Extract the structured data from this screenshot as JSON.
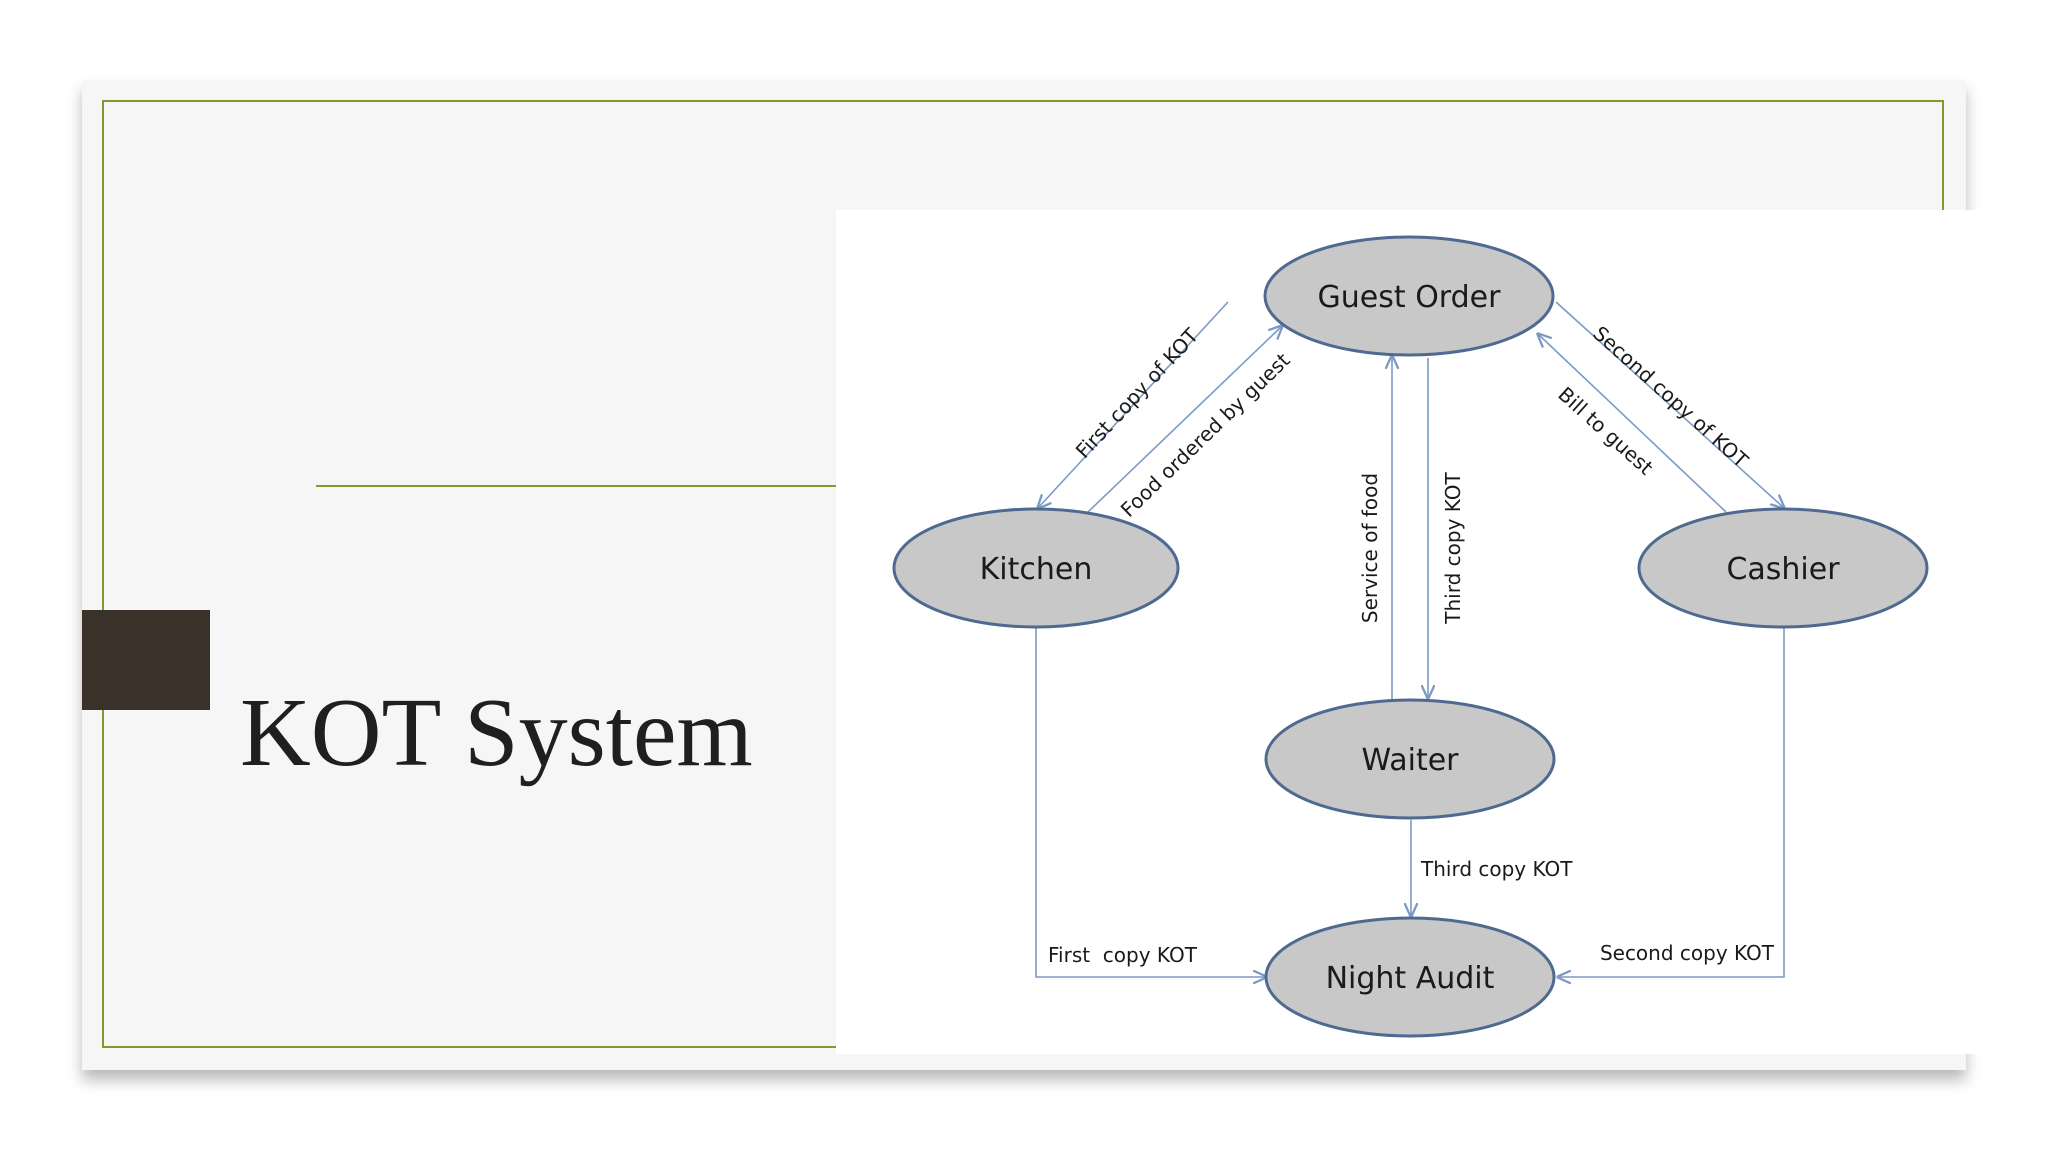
{
  "slide": {
    "title": "KOT System",
    "accent_color": "#7f9a2e",
    "tab_color": "#3a3129"
  },
  "diagram": {
    "nodes": {
      "guest_order": "Guest Order",
      "kitchen": "Kitchen",
      "cashier": "Cashier",
      "waiter": "Waiter",
      "night_audit": "Night Audit"
    },
    "edges": {
      "first_copy_of_kot": "First  copy of KOT",
      "food_ordered_by_guest": "Food ordered by guest",
      "service_of_food": "Service of food",
      "third_copy_kot_up": "Third copy KOT",
      "second_copy_of_kot": "Second copy of KOT",
      "bill_to_guest": "Bill to guest",
      "third_copy_kot_down": "Third copy KOT",
      "first_copy_kot": "First  copy KOT",
      "second_copy_kot": "Second copy KOT"
    },
    "colors": {
      "node_fill": "#c8c8c8",
      "node_stroke": "#4f6a8f",
      "edge_stroke": "#7b9ac4"
    }
  }
}
